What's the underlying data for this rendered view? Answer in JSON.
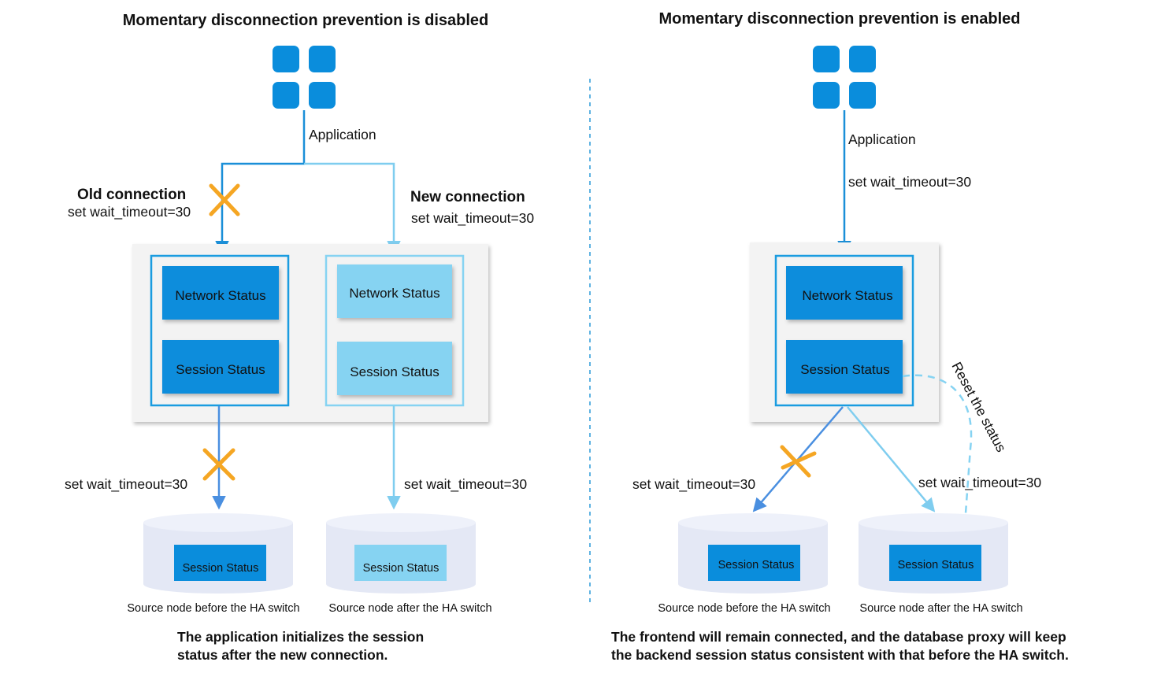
{
  "left": {
    "title": "Momentary disconnection prevention is disabled",
    "app_label": "Application",
    "old_conn_title": "Old connection",
    "old_conn_cmd": "set wait_timeout=30",
    "new_conn_title": "New connection",
    "new_conn_cmd": "set wait_timeout=30",
    "old_block": {
      "network": "Network Status",
      "session": "Session Status"
    },
    "new_block": {
      "network": "Network Status",
      "session": "Session Status"
    },
    "lower_left_cmd": "set wait_timeout=30",
    "lower_right_cmd": "set wait_timeout=30",
    "db_before": {
      "session": "Session Status",
      "caption": "Source node before the HA switch"
    },
    "db_after": {
      "session": "Session Status",
      "caption": "Source node after the HA switch"
    },
    "footer_line1": "The application initializes the session",
    "footer_line2": "status after the new connection."
  },
  "right": {
    "title": "Momentary disconnection prevention is enabled",
    "app_label": "Application",
    "upper_cmd": "set wait_timeout=30",
    "block": {
      "network": "Network Status",
      "session": "Session Status"
    },
    "reset_label": "Reset the status",
    "lower_left_cmd": "set wait_timeout=30",
    "lower_right_cmd": "set wait_timeout=30",
    "db_before": {
      "session": "Session Status",
      "caption": "Source node before the HA switch"
    },
    "db_after": {
      "session": "Session Status",
      "caption": "Source node after the HA switch"
    },
    "footer_line1": "The frontend will remain connected, and the database proxy will keep",
    "footer_line2": "the backend session status consistent with that before the HA switch."
  },
  "colors": {
    "dark_blue": "#0a8ddc",
    "light_blue": "#86d3f2",
    "border_blue": "#1a9ce0",
    "line_dark": "#1a8fd8",
    "line_light": "#7fcdef",
    "x_mark": "#f5a623",
    "panel_bg": "#f3f3f3",
    "db_fill": "#e4e8f5"
  }
}
